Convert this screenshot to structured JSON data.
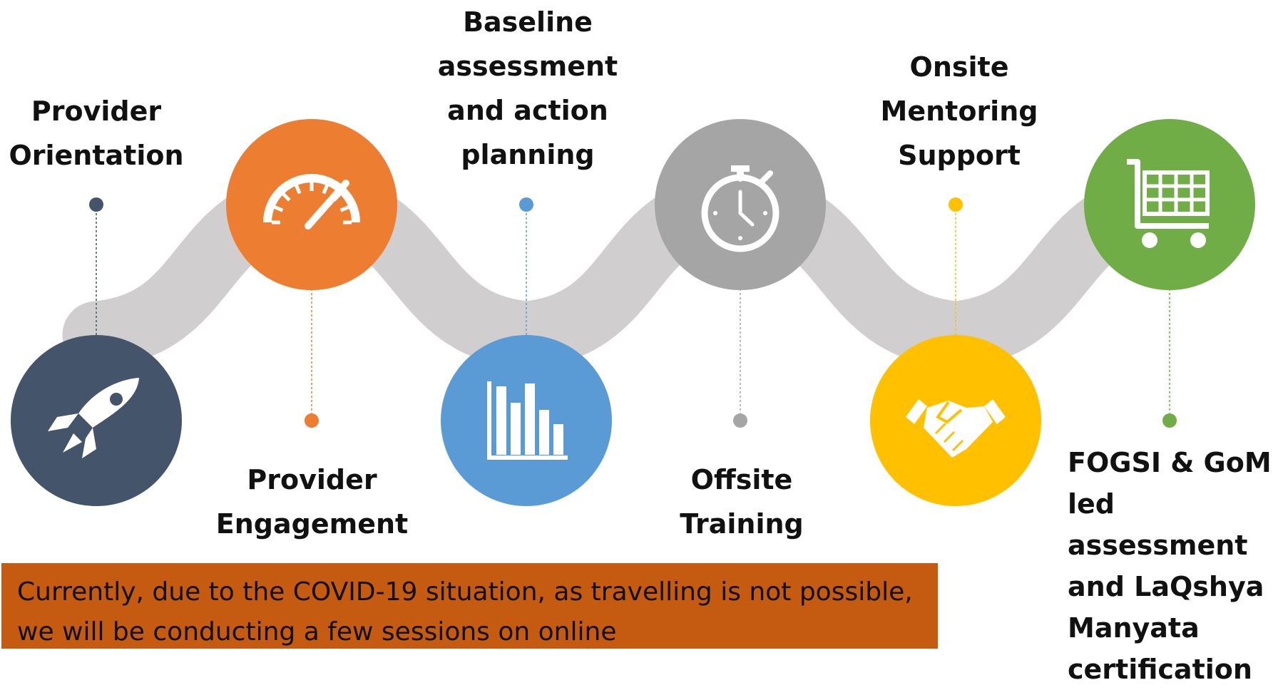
{
  "steps": [
    {
      "label": "Provider\nOrientation",
      "color": "#44546a",
      "icon": "rocket-icon"
    },
    {
      "label": "Provider\nEngagement",
      "color": "#ed7d31",
      "icon": "speedometer-icon"
    },
    {
      "label": "Baseline\nassessment\nand action\nplanning",
      "color": "#5b9bd5",
      "icon": "bar-chart-icon"
    },
    {
      "label": "Offsite\nTraining",
      "color": "#a5a5a5",
      "icon": "stopwatch-icon"
    },
    {
      "label": "Onsite\nMentoring\nSupport",
      "color": "#ffc000",
      "icon": "handshake-icon"
    },
    {
      "label": "FOGSI & GoM\nled assessment\nand LaQshya\nManyata\ncertification",
      "color": "#70ad47",
      "icon": "shopping-cart-icon"
    }
  ],
  "connector_color": "#d0cece",
  "note": {
    "text": "Currently, due to the COVID-19 situation, as travelling is not possible, we will be conducting a few sessions on online",
    "background": "#c55a11"
  }
}
